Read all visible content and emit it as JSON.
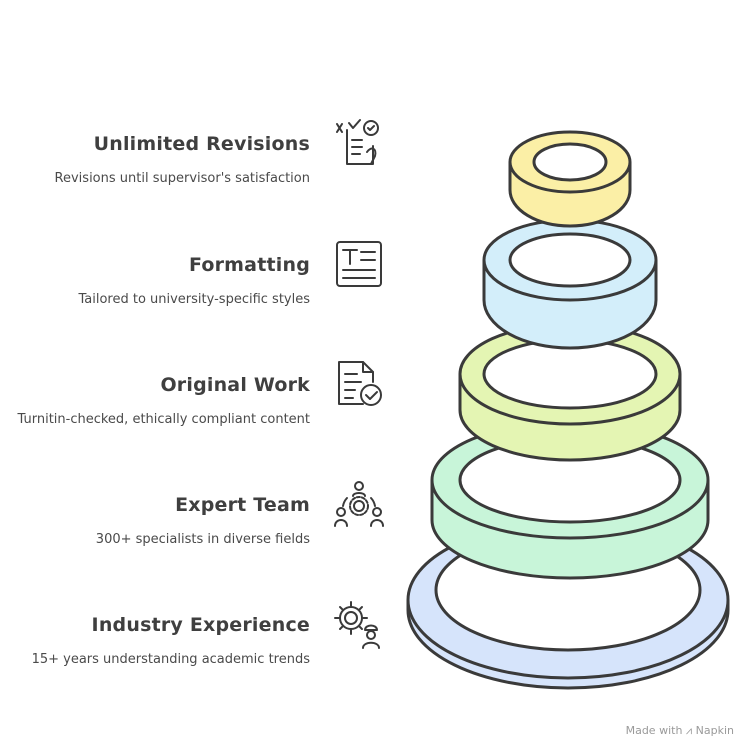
{
  "items": [
    {
      "title": "Unlimited Revisions",
      "description": "Revisions until supervisor's satisfaction",
      "icon": "checklist-icon"
    },
    {
      "title": "Formatting",
      "description": "Tailored to university-specific styles",
      "icon": "text-format-icon"
    },
    {
      "title": "Original Work",
      "description": "Turnitin-checked, ethically compliant content",
      "icon": "verified-document-icon"
    },
    {
      "title": "Expert Team",
      "description": "300+ specialists in diverse fields",
      "icon": "team-gear-icon"
    },
    {
      "title": "Industry Experience",
      "description": "15+ years understanding academic trends",
      "icon": "gear-worker-icon"
    }
  ],
  "rings": [
    {
      "color": "#fbefa6"
    },
    {
      "color": "#d3eefa"
    },
    {
      "color": "#e4f5b3"
    },
    {
      "color": "#c8f5d9"
    },
    {
      "color": "#d6e4fb"
    }
  ],
  "footer": {
    "made_with": "Made with",
    "brand": "Napkin"
  }
}
